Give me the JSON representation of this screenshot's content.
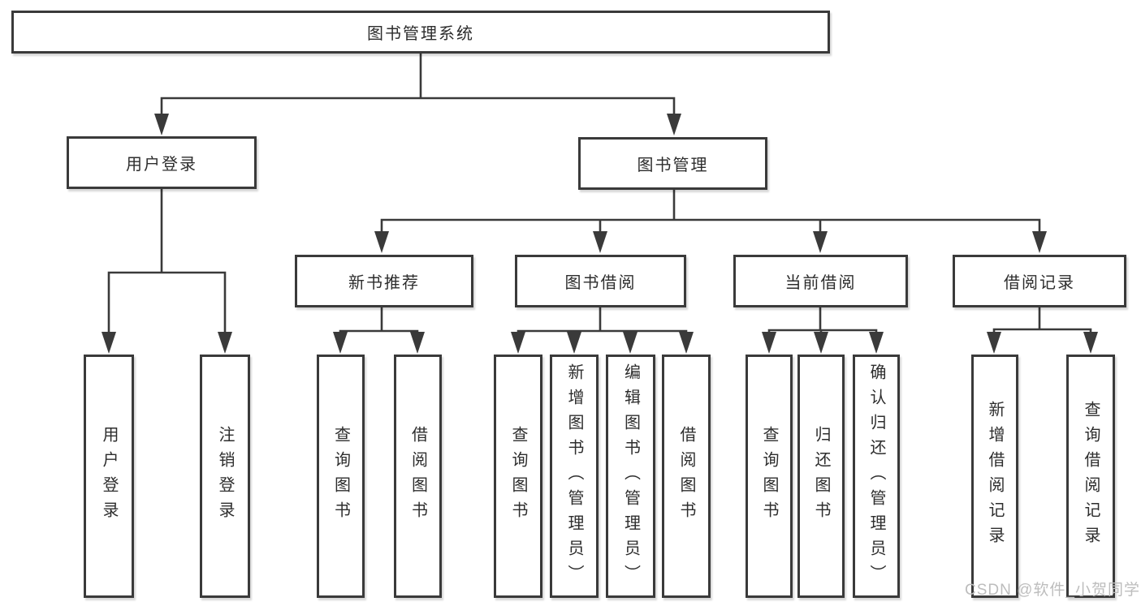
{
  "tree": {
    "label": "图书管理系统",
    "children": [
      {
        "label": "用户登录",
        "children": [
          {
            "label": "用户登录"
          },
          {
            "label": "注销登录"
          }
        ]
      },
      {
        "label": "图书管理",
        "children": [
          {
            "label": "新书推荐",
            "children": [
              {
                "label": "查询图书"
              },
              {
                "label": "借阅图书"
              }
            ]
          },
          {
            "label": "图书借阅",
            "children": [
              {
                "label": "查询图书"
              },
              {
                "label": "新增图书（管理员）"
              },
              {
                "label": "编辑图书（管理员）"
              },
              {
                "label": "借阅图书"
              }
            ]
          },
          {
            "label": "当前借阅",
            "children": [
              {
                "label": "查询图书"
              },
              {
                "label": "归还图书"
              },
              {
                "label": "确认归还（管理员）"
              }
            ]
          },
          {
            "label": "借阅记录",
            "children": [
              {
                "label": "新增借阅记录"
              },
              {
                "label": "查询借阅记录"
              }
            ]
          }
        ]
      }
    ]
  },
  "watermark": {
    "text": "CSDN @软件_小贺同学"
  },
  "colors": {
    "line": "#3a3a3a",
    "text": "#2d2d2d",
    "watermark": "#bdbdbd",
    "background": "#ffffff"
  }
}
